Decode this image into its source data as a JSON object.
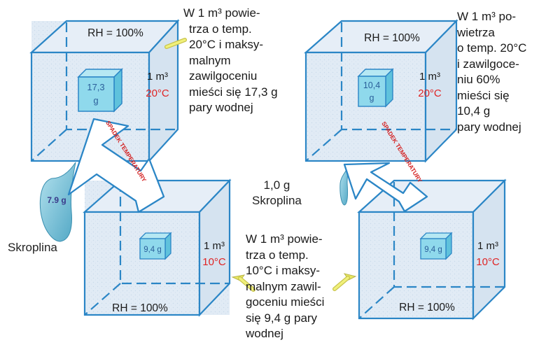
{
  "cubes": {
    "top_left": {
      "rh": "RH = 100%",
      "volume": "1 m³",
      "temp": "20°C",
      "water": [
        "17,3",
        "g"
      ]
    },
    "bottom_left": {
      "rh": "RH = 100%",
      "volume": "1 m³",
      "temp": "10°C",
      "water": "9,4 g"
    },
    "top_right": {
      "rh": "RH = 100%",
      "volume": "1 m³",
      "temp": "20°C",
      "water": [
        "10,4",
        "g"
      ]
    },
    "bottom_right": {
      "rh": "RH = 100%",
      "volume": "1 m³",
      "temp": "10°C",
      "water": "9,4 g"
    }
  },
  "arrows": {
    "left": "SPADEK TEMPERATURY",
    "right": "SPADEK TEMPERATURY"
  },
  "droplets": {
    "left_amount": "7.9 g"
  },
  "labels": {
    "skroplina_left": "Skroplina",
    "middle": [
      "1,0 g",
      "Skroplina"
    ]
  },
  "texts": {
    "top_left": [
      "W 1 m³ powie-",
      "trza o temp.",
      "20°C i maksy-",
      "malnym",
      "zawilgoceniu",
      "mieści się 17,3 g",
      "pary wodnej"
    ],
    "top_right": [
      "W 1 m³ po-",
      "wietrza",
      "o temp. 20°C",
      "i zawilgoce-",
      "niu 60%",
      "mieści się",
      "10,4 g",
      "pary wodnej"
    ],
    "bottom_middle": [
      "W 1 m³ powie-",
      "trza o temp.",
      "10°C i maksy-",
      "malnym zawil-",
      "goceniu mieści",
      "się 9,4 g pary",
      "wodnej"
    ]
  },
  "colors": {
    "cube_fill": "#dfeaf4",
    "cube_edge": "#2b86c6",
    "inner_cube": "#8fd9ec",
    "temp_red": "#e02424",
    "arrow_text": "#d42020",
    "pointer_yellow": "#e8e860",
    "droplet": "#7fc4d8"
  }
}
